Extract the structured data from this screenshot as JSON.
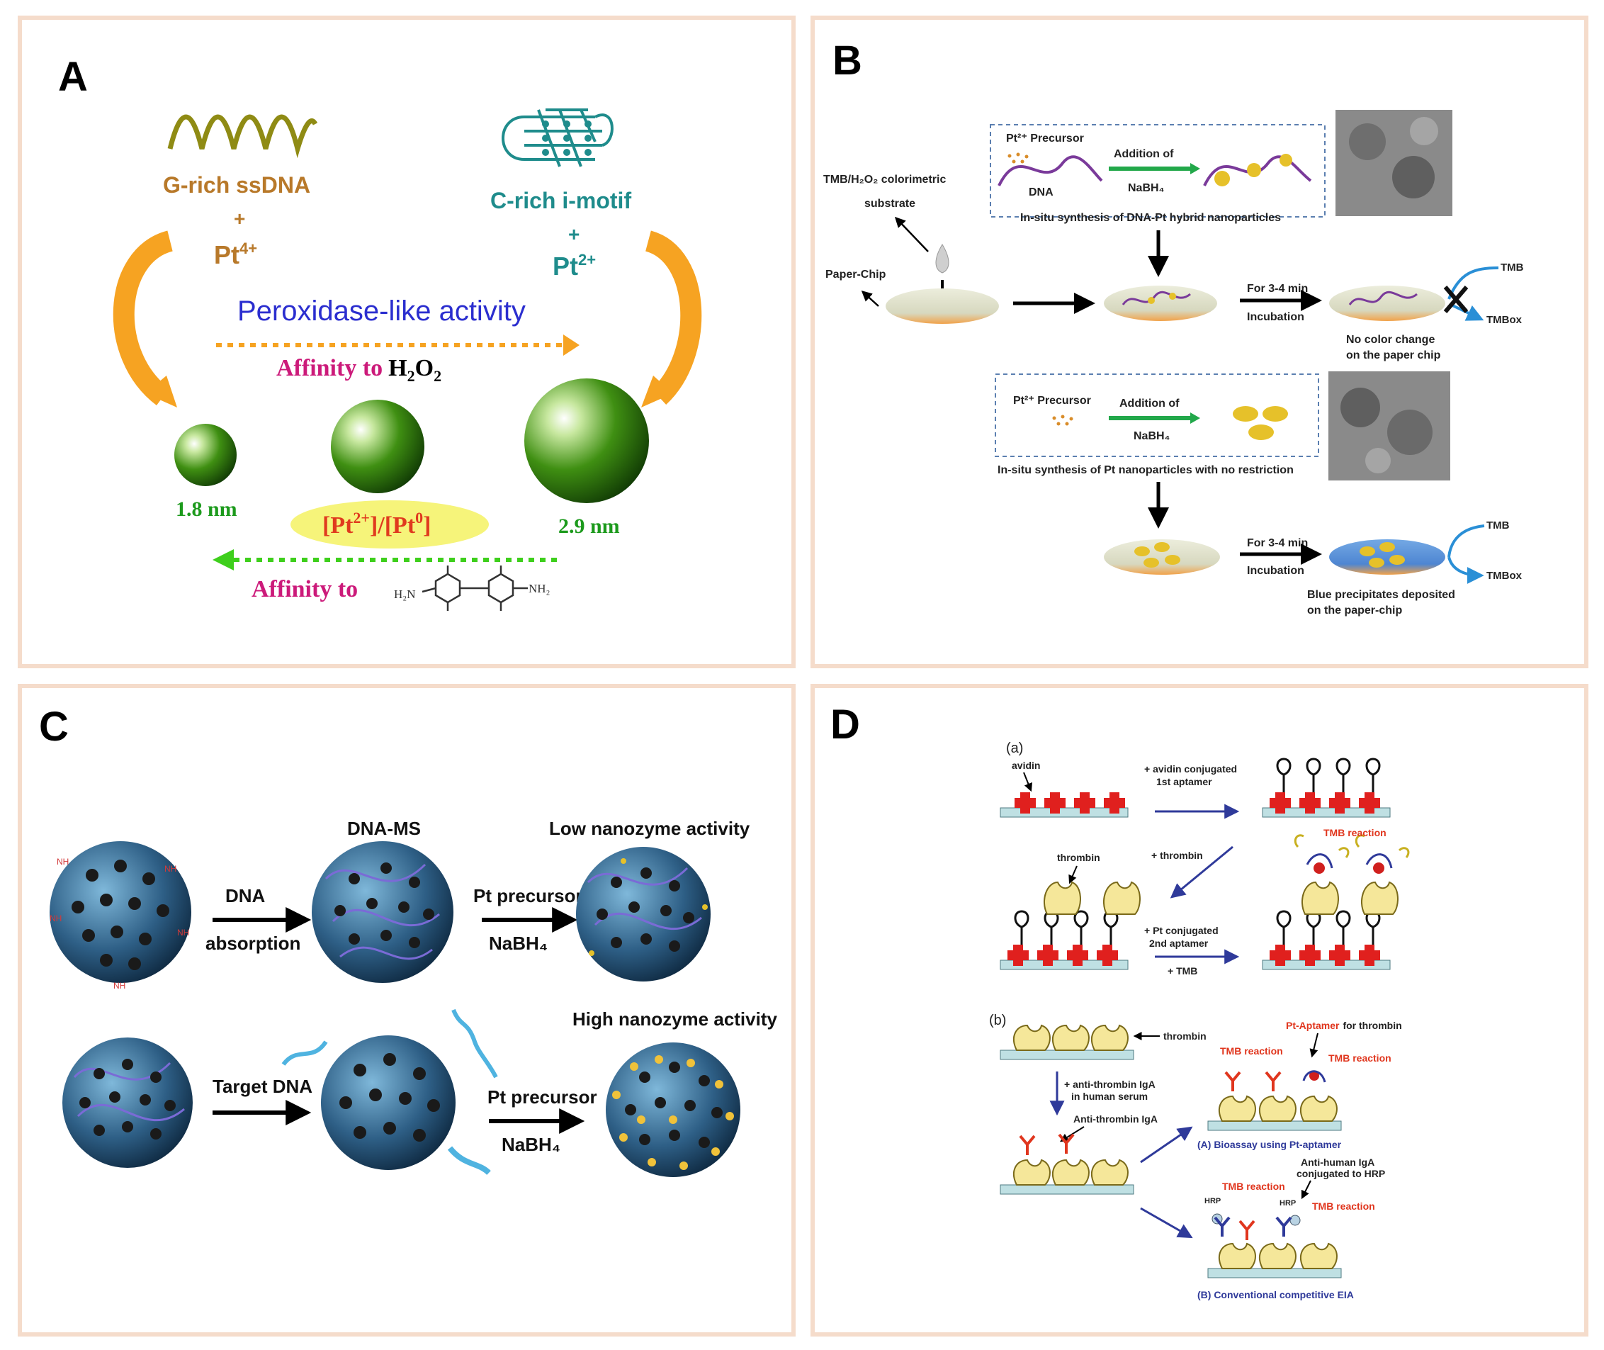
{
  "colors": {
    "panel_border": "#f5dccb",
    "green_sphere": "#2e7d0a",
    "orange_arrow": "#f6a322",
    "blue_text": "#2b2ecf",
    "teal": "#1f8c8c",
    "brown": "#b8792a",
    "magenta": "#cc1a7a",
    "dark_green_text": "#1c9a1c",
    "red": "#e03a1e",
    "navy": "#2f3a9a",
    "mesoporous_blue": "#2e5f86"
  },
  "panelA": {
    "letter": "A",
    "g_rich": "G-rich ssDNA",
    "plus1": "+",
    "pt4": "Pt",
    "pt4_sup": "4+",
    "c_rich": "C-rich i-motif",
    "plus2": "+",
    "pt2": "Pt",
    "pt2_sup": "2+",
    "peroxidase": "Peroxidase-like activity",
    "affinity_h2o2": "Affinity to",
    "h2o2": "H",
    "h2o2_sub1": "2",
    "h2o2_o": "O",
    "h2o2_sub2": "2",
    "size_small": "1.8 nm",
    "size_large": "2.9 nm",
    "ratio_a": "[Pt",
    "ratio_sup1": "2+",
    "ratio_b": "]/[Pt",
    "ratio_sup2": "0",
    "ratio_c": "]",
    "affinity_tmb": "Affinity to",
    "tmb_left": "H₂N",
    "tmb_right": "NH₂"
  },
  "panelB": {
    "letter": "B",
    "substrate_line1": "TMB/H₂O₂ colorimetric",
    "substrate_line2": "substrate",
    "paper_chip": "Paper-Chip",
    "precursor1": "Pt²⁺ Precursor",
    "addition1": "Addition  of",
    "nabh4_1": "NaBH₄",
    "dna": "DNA",
    "insitu1": "In-situ synthesis of DNA-Pt hybrid nanoparticles",
    "for_min1": "For 3-4 min",
    "incubation1": "Incubation",
    "tmb1": "TMB",
    "tmbox1": "TMBox",
    "nocolor_line1": "No color change",
    "nocolor_line2": "on the paper chip",
    "precursor2": "Pt²⁺ Precursor",
    "addition2": "Addition  of",
    "nabh4_2": "NaBH₄",
    "insitu2": "In-situ synthesis of Pt nanoparticles with no restriction",
    "for_min2": "For 3-4 min",
    "incubation2": "Incubation",
    "tmb2": "TMB",
    "tmbox2": "TMBox",
    "blue_line1": "Blue precipitates deposited",
    "blue_line2": "on the paper-chip"
  },
  "panelC": {
    "letter": "C",
    "dna": "DNA",
    "absorption": "absorption",
    "dna_ms": "DNA-MS",
    "pt_precursor1": "Pt precursor",
    "nabh4_1": "NaBH₄",
    "low": "Low nanozyme activity",
    "target_dna": "Target DNA",
    "pt_precursor2": "Pt precursor",
    "nabh4_2": "NaBH₄",
    "high": "High nanozyme activity",
    "nh": "NH"
  },
  "panelD": {
    "letter": "D",
    "a_label": "(a)",
    "avidin": "avidin",
    "avidin_conj1": "+ avidin conjugated",
    "avidin_conj2": "1st aptamer",
    "plus_thrombin": "+ thrombin",
    "thrombin": "thrombin",
    "tmb_reaction_top": "TMB reaction",
    "pt_conj1": "+ Pt conjugated",
    "pt_conj2": "2nd aptamer",
    "plus_tmb": "+ TMB",
    "b_label": "(b)",
    "thrombin_b": "thrombin",
    "pt_aptamer": "Pt-Aptamer",
    "for_thrombin": "for thrombin",
    "tmb_reaction_1": "TMB reaction",
    "tmb_reaction_2": "TMB reaction",
    "anti_thrombin1": "+ anti-thrombin IgA",
    "anti_thrombin2": "in human serum",
    "anti_thrombin_iga": "Anti-thrombin IgA",
    "bioassay": "(A) Bioassay using Pt-aptamer",
    "anti_human1": "Anti-human IgA",
    "anti_human2": "conjugated to HRP",
    "tmb_reaction_3": "TMB reaction",
    "tmb_reaction_4": "TMB reaction",
    "hrp1": "HRP",
    "hrp2": "HRP",
    "conventional": "(B) Conventional competitive EIA"
  }
}
